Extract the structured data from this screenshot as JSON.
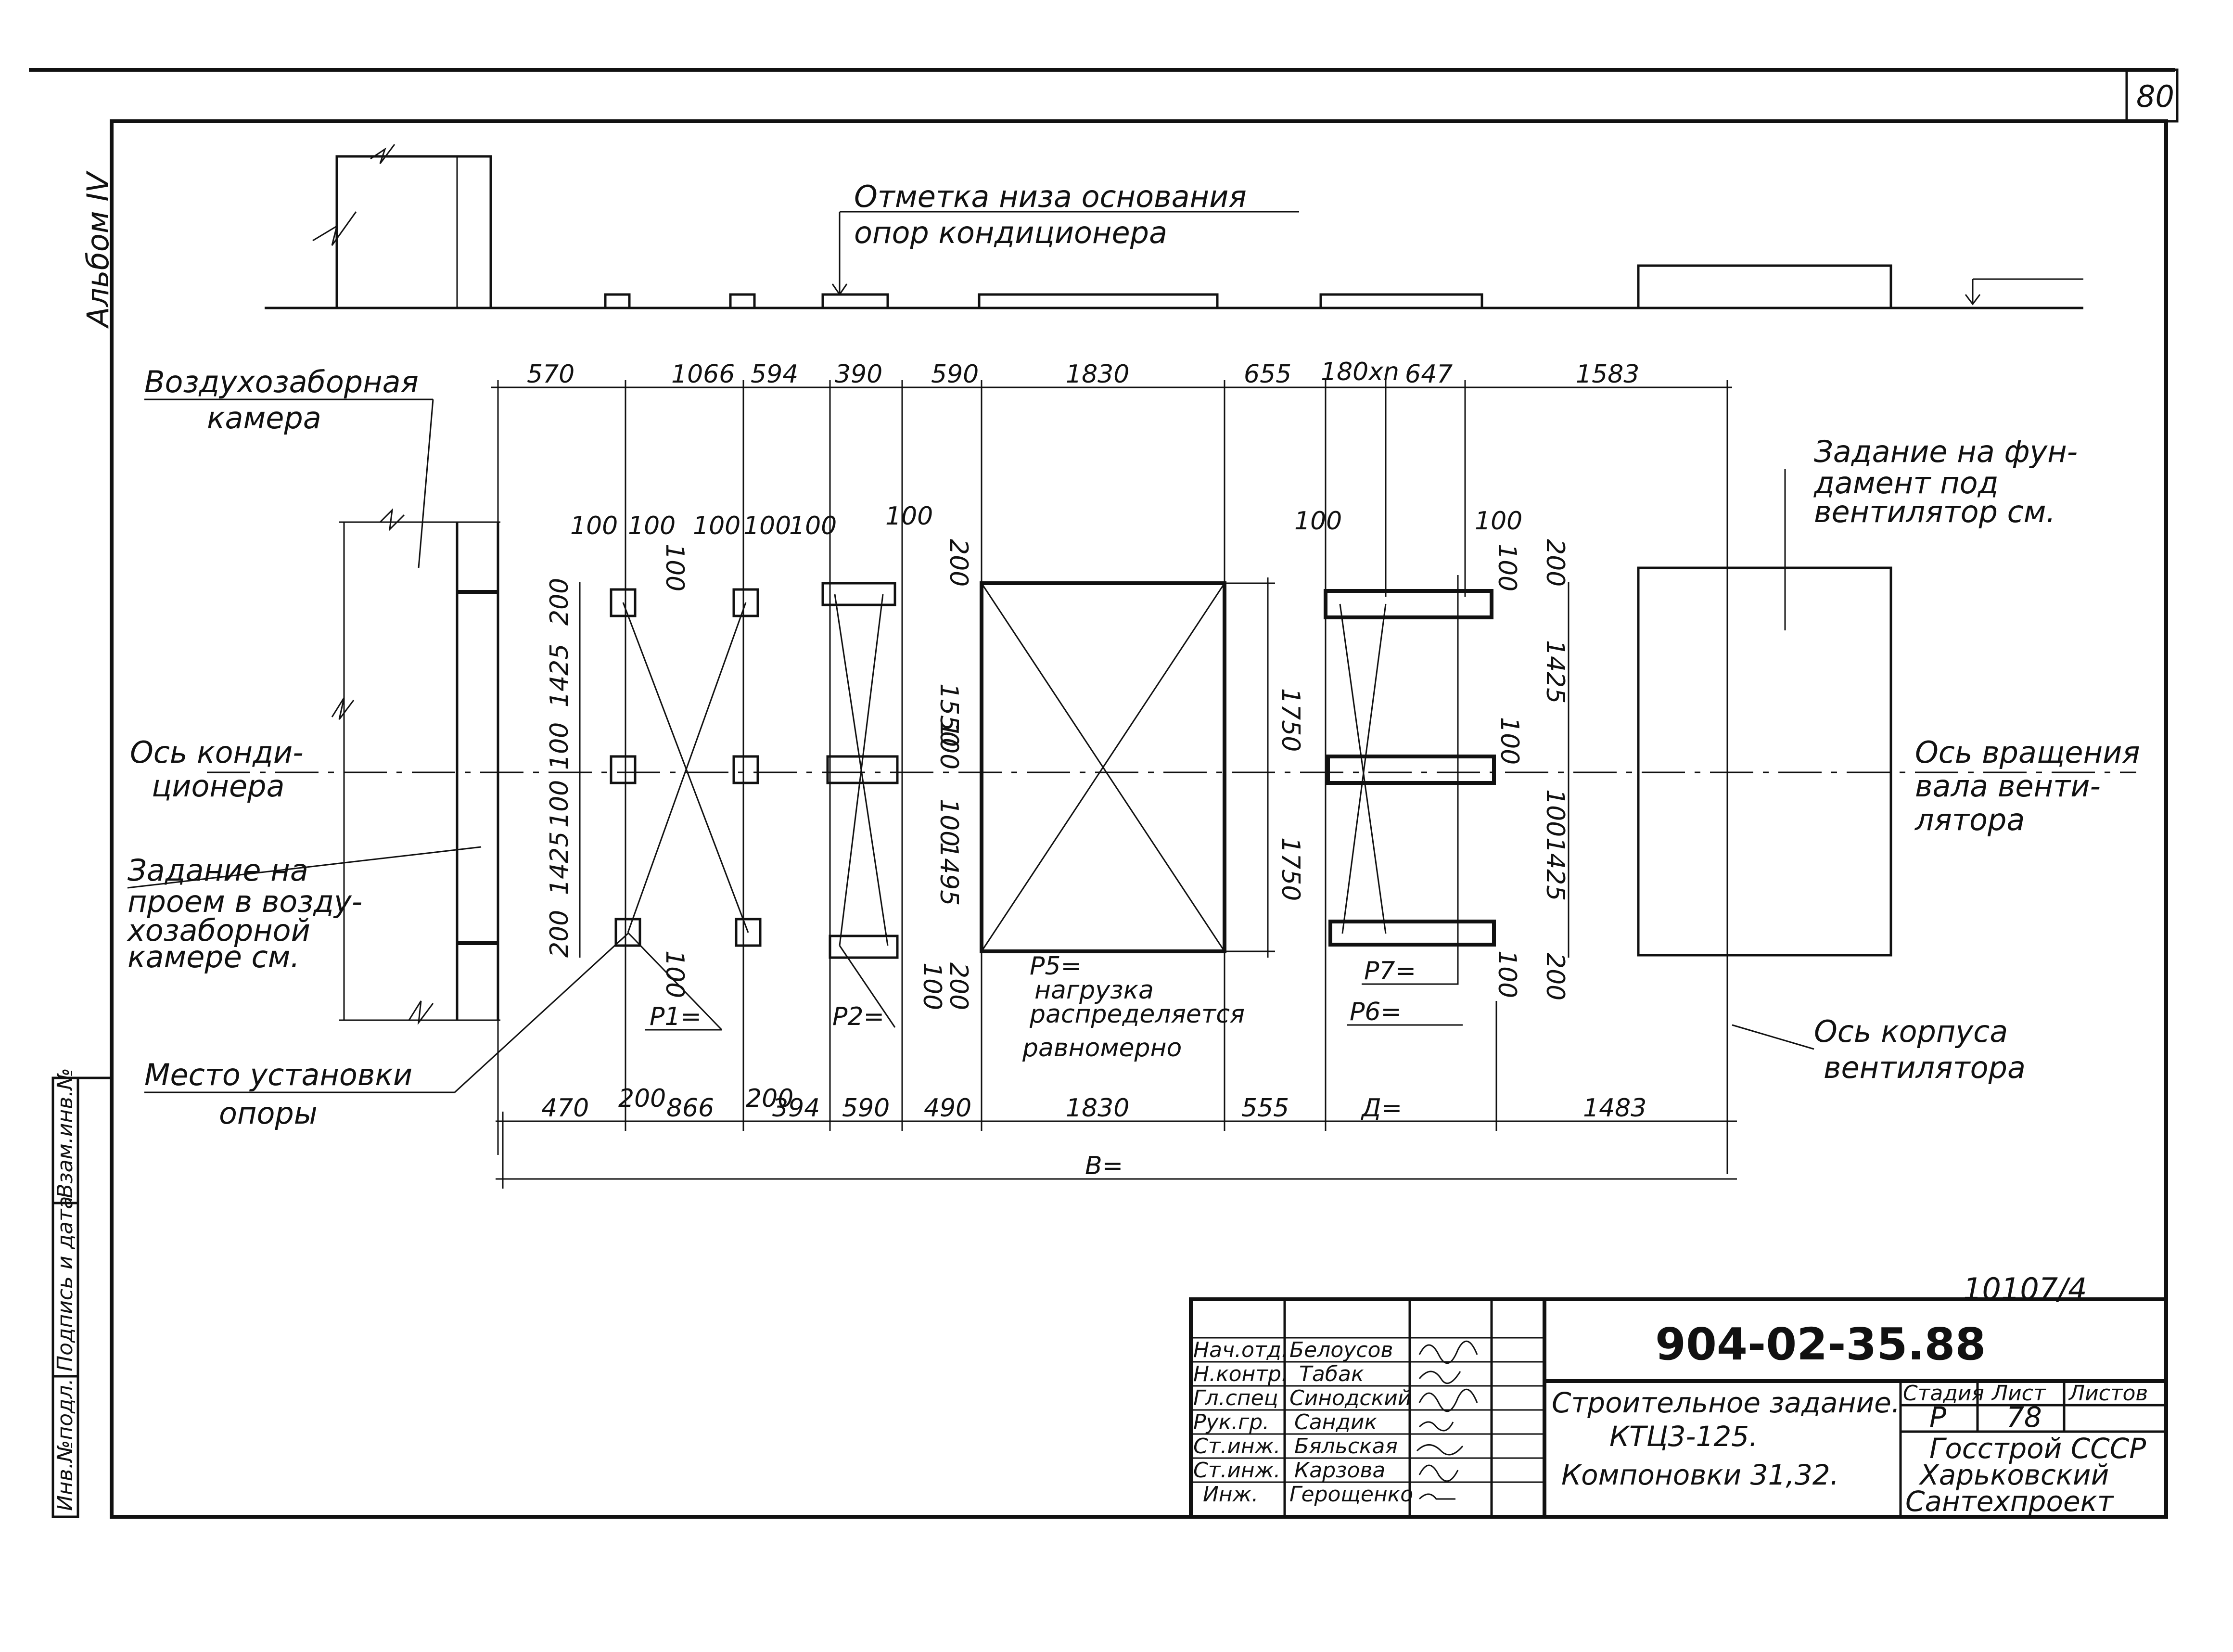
{
  "sheet": {
    "page_no": "80",
    "album": "Альбом IV",
    "inv_no": "10107/4"
  },
  "labels": {
    "air_intake": [
      "Воздухозаборная",
      "камера"
    ],
    "base_mark": [
      "Отметка низа основания",
      "опор кондиционера"
    ],
    "fan_foundation": [
      "Задание на фун-",
      "дамент под",
      "вентилятор см."
    ],
    "conditioner_axis": [
      "Ось конди-",
      "ционера"
    ],
    "rotation_axis": [
      "Ось вращения",
      "вала венти-",
      "лятора"
    ],
    "opening_task": [
      "Задание на",
      "проем в возду-",
      "хозаборной",
      "камере см."
    ],
    "fan_body_axis": [
      "Ось корпуса",
      "вентилятора"
    ],
    "support_place": [
      "Место установки",
      "опоры"
    ],
    "p5_note": [
      "P5=",
      "нагрузка",
      "распределяется",
      "равномерно"
    ],
    "loads": {
      "p1": "P1=",
      "p2": "P2=",
      "p6": "P6=",
      "p7": "P7="
    }
  },
  "dimensions": {
    "top": [
      "570",
      "1066",
      "594",
      "390",
      "590",
      "1830",
      "655",
      "180xn",
      "647",
      "1583"
    ],
    "bottom": [
      "470",
      "200",
      "866",
      "200",
      "394",
      "590",
      "490",
      "1830",
      "555",
      "Д=",
      "1483"
    ],
    "total": "B=",
    "small_100": "100",
    "small_200": "200",
    "vertical_left": [
      "200",
      "1425",
      "100",
      "100",
      "1425",
      "200"
    ],
    "vertical_mid": [
      "1550",
      "100",
      "100",
      "1495",
      "100",
      "200"
    ],
    "vertical_box": [
      "1750",
      "1750"
    ],
    "vertical_right": [
      "200",
      "1425",
      "100",
      "100",
      "1425",
      "200"
    ]
  },
  "side_stamp": [
    "Инв.№подл.",
    "Подпись и дата",
    "Взам.инв.№"
  ],
  "title_block": {
    "doc_code": "904-02-35.88",
    "roles": [
      "Нач.отд.",
      "Н.контр.",
      "Гл.спец",
      "Рук.гр.",
      "Ст.инж.",
      "Ст.инж.",
      "Инж."
    ],
    "names": [
      "Белоусов",
      "Табак",
      "Синодский",
      "Сандик",
      "Бяльская",
      "Карзова",
      "Герощенко"
    ],
    "title": [
      "Строительное задание.",
      "КТЦ3-125.",
      "Компоновки 31,32."
    ],
    "stage_header": "Стадия",
    "sheet_header": "Лист",
    "sheets_header": "Листов",
    "stage": "Р",
    "sheet": "78",
    "org": [
      "Госстрой СССР",
      "Харьковский",
      "Сантехпроект"
    ]
  }
}
